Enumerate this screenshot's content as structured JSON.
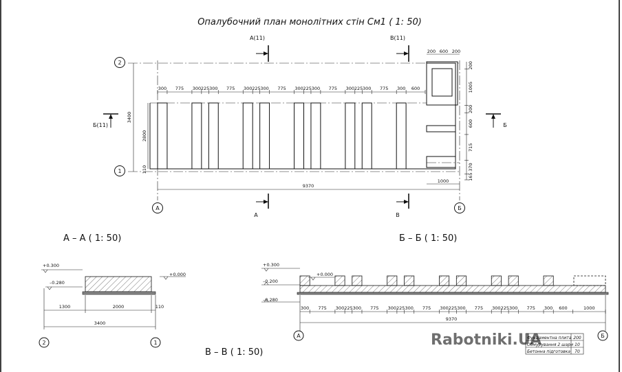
{
  "titles": {
    "main": "Опалубочний план монолітних стін См1 ( 1: 50)",
    "section_aa": "А – А ( 1: 50)",
    "section_bb": "Б – Б ( 1: 50)",
    "section_vv": "В – В ( 1: 50)"
  },
  "cut_labels": {
    "a_top": "А(11)",
    "v_top": "В(11)",
    "b_left": "Б(11)",
    "b_right": "Б",
    "a_bottom": "А",
    "v_bottom": "В"
  },
  "axes": {
    "row_top": "2",
    "row_bottom": "1",
    "col_left": "А",
    "col_right": "Б"
  },
  "plan_dims": {
    "top_chain": [
      "300",
      "775",
      "300",
      "225",
      "300",
      "775",
      "300",
      "225",
      "300",
      "775",
      "300",
      "225",
      "300",
      "775",
      "300",
      "225",
      "300",
      "775",
      "300",
      "600"
    ],
    "right_top": [
      "200",
      "600",
      "200"
    ],
    "right_side": [
      "200",
      "1005",
      "200",
      "600",
      "715",
      "370",
      "165"
    ],
    "left_overall": "3400",
    "left_inner": "2800",
    "left_small": "110",
    "bottom_overall": "9370",
    "bottom_right": "1000"
  },
  "section_aa": {
    "elev_top": "+0.300",
    "elev_mid": "–0.280",
    "elev_right": "+0.000",
    "dims": [
      "1300",
      "2000",
      "110"
    ],
    "overall": "3400",
    "axis_left": "2",
    "axis_right": "1"
  },
  "section_bb": {
    "elev_1": "+0.300",
    "elev_2": "–0.200",
    "elev_3": "–0.280",
    "elev_4": "+0.000",
    "dims": [
      "300",
      "775",
      "300",
      "225",
      "300",
      "775",
      "300",
      "225",
      "300",
      "775",
      "300",
      "225",
      "300",
      "775",
      "300",
      "225",
      "300",
      "775",
      "300",
      "600",
      "1000"
    ],
    "overall": "9370",
    "axis_left": "А",
    "axis_right": "Б"
  },
  "legend": {
    "rows": [
      {
        "name": "Фундаментна плита",
        "value": "200"
      },
      {
        "name": "Обмурування 2 шари",
        "value": "10"
      },
      {
        "name": "Бетонна підготовка",
        "value": "70"
      }
    ]
  },
  "watermark": "Rabotniki.UA"
}
